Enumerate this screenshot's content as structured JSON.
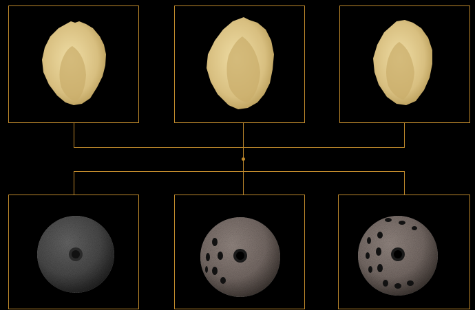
{
  "colors": {
    "background": "#000000",
    "frame_line": "#c08a2c",
    "liner": "#ddc488",
    "shell_solid": "#4c4c4c",
    "shell_porous": "#7b6f6a"
  },
  "top_row": [
    {
      "item": "polyethylene-liner",
      "icon": "liner-icon"
    },
    {
      "item": "polyethylene-liner",
      "icon": "liner-icon"
    },
    {
      "item": "polyethylene-liner",
      "icon": "liner-icon"
    }
  ],
  "bottom_row": [
    {
      "item": "acetabular-cup",
      "holes": 1,
      "icon": "cup-icon"
    },
    {
      "item": "acetabular-cup",
      "holes": 7,
      "icon": "cup-icon"
    },
    {
      "item": "acetabular-cup",
      "holes": 12,
      "icon": "cup-icon"
    }
  ]
}
